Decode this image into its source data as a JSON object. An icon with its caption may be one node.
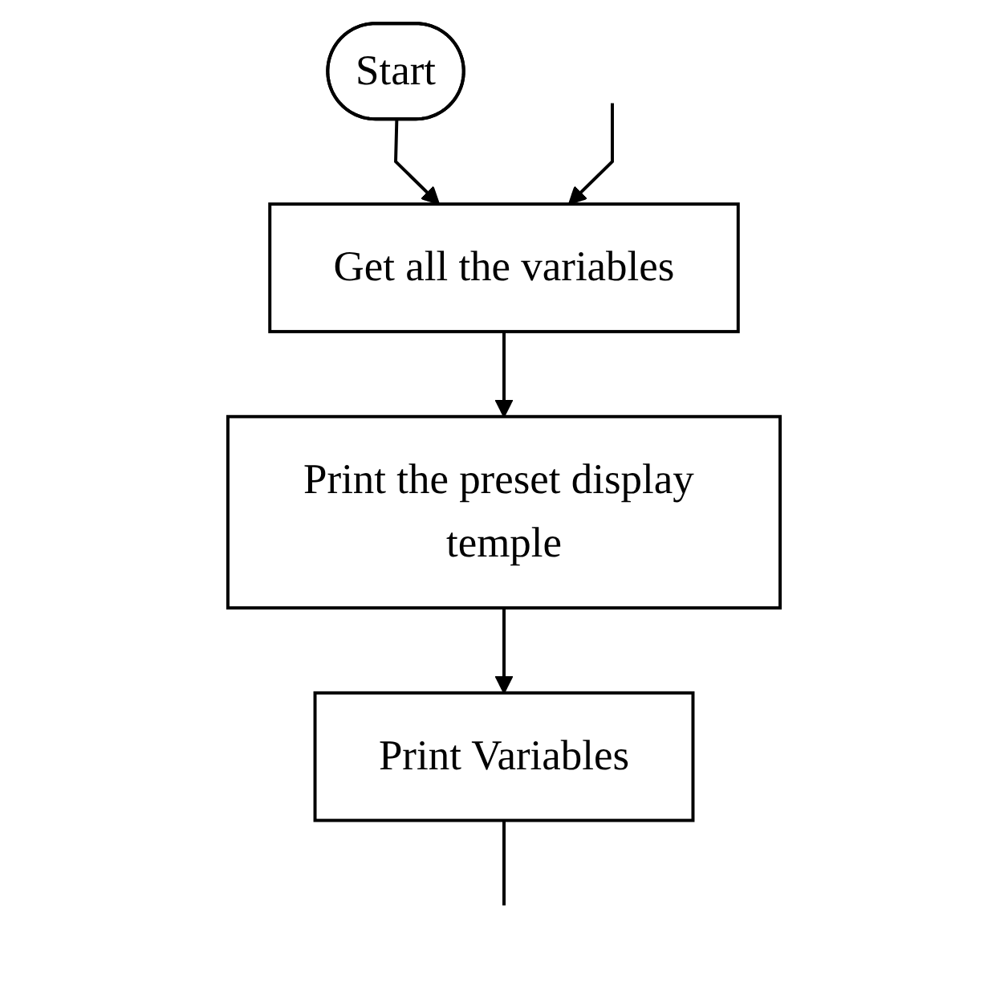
{
  "diagram": {
    "nodes": [
      {
        "text": [
          "Start"
        ]
      },
      {
        "text": [
          "Get all the variables"
        ]
      },
      {
        "text": [
          "Print the preset display temple"
        ]
      },
      {
        "text": [
          "Print Variables"
        ]
      }
    ],
    "edges": [
      {
        "from": 0,
        "to": 1,
        "arrow": "to"
      },
      {
        "from": null,
        "to": 1,
        "arrow": "to"
      },
      {
        "from": 1,
        "to": 2,
        "arrow": "to"
      },
      {
        "from": 2,
        "to": 3,
        "arrow": "to"
      },
      {
        "from": 3,
        "to": null,
        "arrow": "none"
      }
    ]
  }
}
